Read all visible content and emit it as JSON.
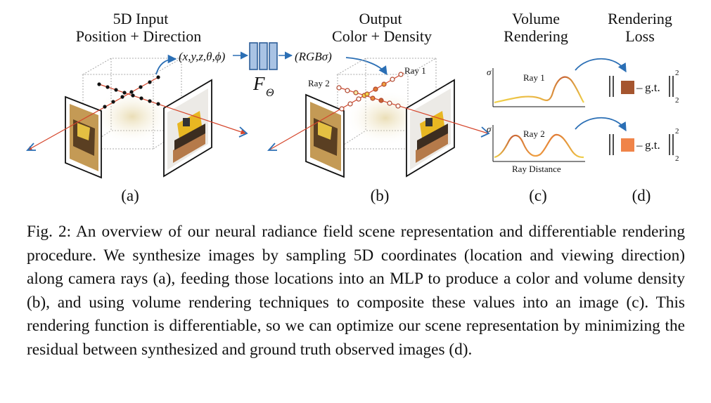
{
  "figure": {
    "panel_a": {
      "title_line1": "5D Input",
      "title_line2": "Position + Direction",
      "input_tuple": "(x,y,z,θ,ϕ)",
      "label": "(a)"
    },
    "network": {
      "symbol": "F",
      "subscript": "Θ"
    },
    "panel_b": {
      "title_line1": "Output",
      "title_line2": "Color + Density",
      "output_tuple": "(RGBσ)",
      "ray1": "Ray 1",
      "ray2": "Ray 2",
      "label": "(b)"
    },
    "panel_c": {
      "title_line1": "Volume",
      "title_line2": "Rendering",
      "ray1": "Ray 1",
      "ray2": "Ray 2",
      "y_axis": "σ",
      "x_axis": "Ray Distance",
      "label": "(c)"
    },
    "panel_d": {
      "title_line1": "Rendering",
      "title_line2": "Loss",
      "gt": "g.t.",
      "minus": "–",
      "exp": "2",
      "sub": "2",
      "label": "(d)",
      "colors": {
        "ray1_pred": "#a5552f",
        "ray2_pred": "#f08449"
      }
    }
  },
  "caption": {
    "label": "Fig. 2:",
    "text": "An overview of our neural radiance field scene representation and differentiable rendering procedure. We synthesize images by sampling 5D coordinates (location and viewing direction) along camera rays (a), feeding those locations into an MLP to produce a color and volume density (b), and using volume rendering techniques to composite these values into an image (c). This rendering function is differentiable, so we can optimize our scene representation by minimizing the residual between synthesized and ground truth observed images (d)."
  },
  "colors": {
    "ray_red": "#d5452b",
    "arrow_blue": "#2b6fb5",
    "network_fill": "#a9c3e4",
    "network_stroke": "#2f5f99",
    "curve_orange": "#e07a35",
    "curve_yellow": "#f0d24a"
  }
}
